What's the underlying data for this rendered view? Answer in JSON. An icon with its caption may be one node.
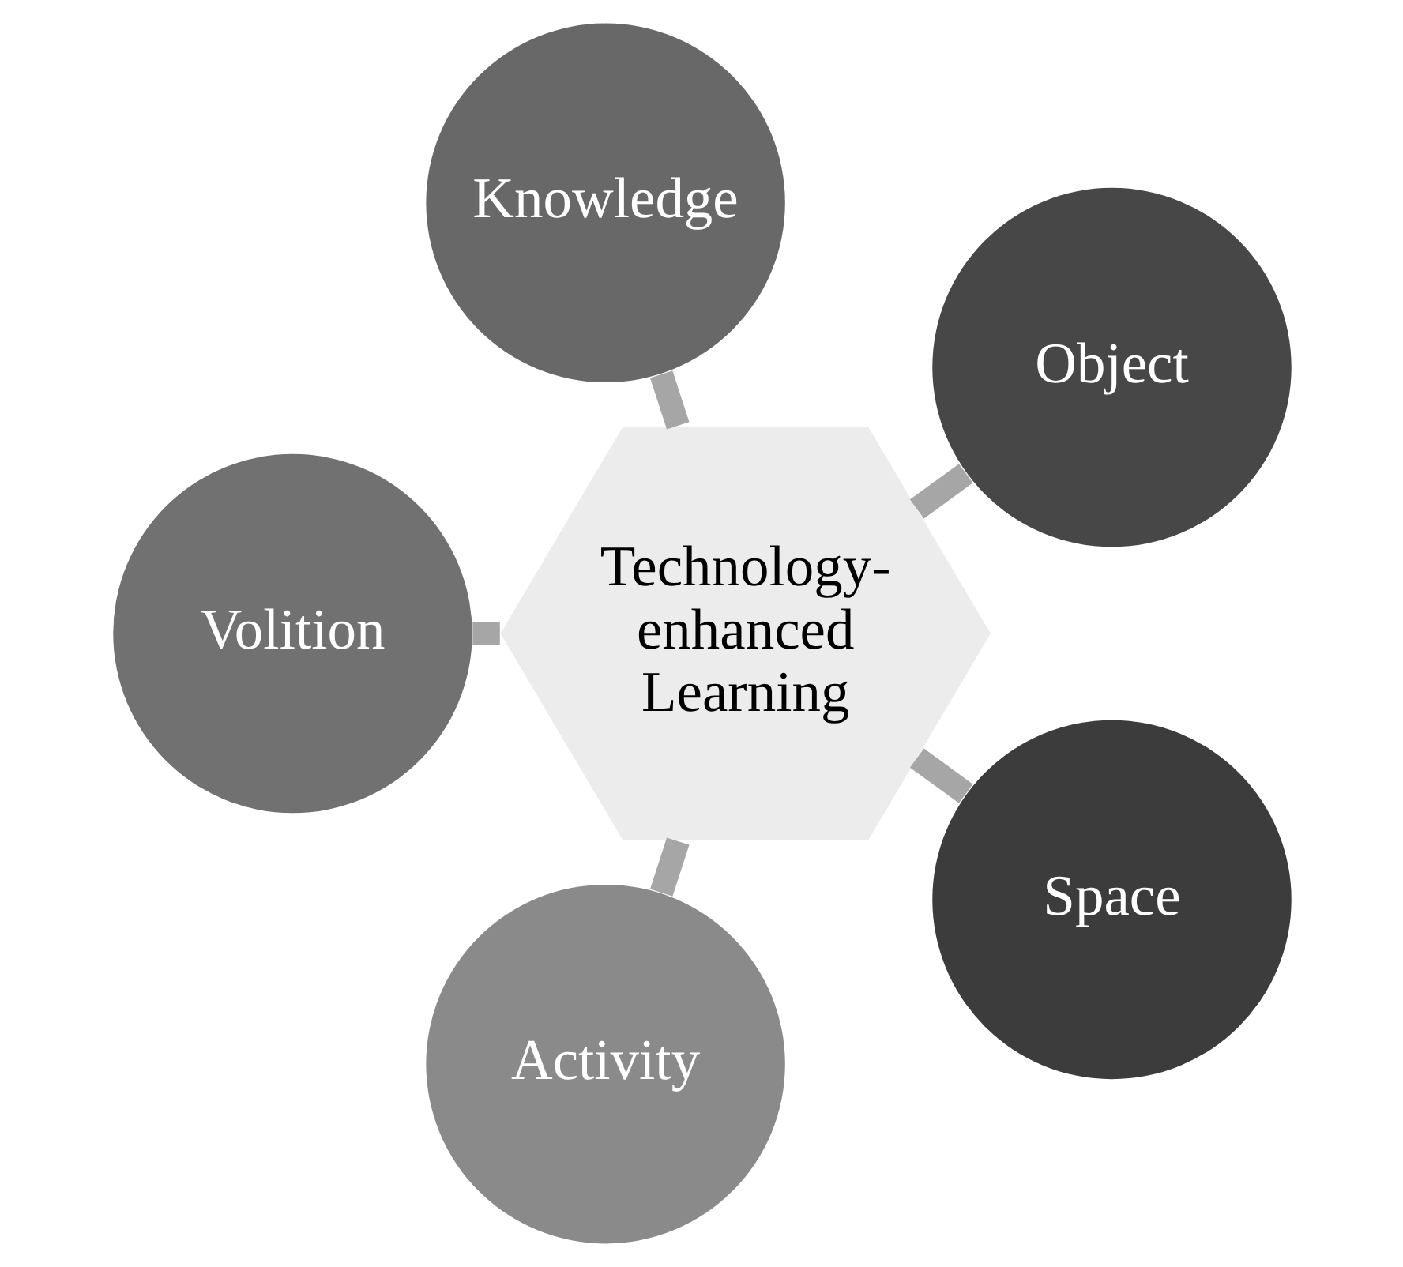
{
  "diagram": {
    "nodes": [
      {
        "text": [
          "Technology- enhanced Learning"
        ]
      },
      {
        "text": [
          "Object"
        ]
      },
      {
        "text": [
          "Knowledge"
        ]
      },
      {
        "text": [
          "Volition"
        ]
      },
      {
        "text": [
          "Activity"
        ]
      },
      {
        "text": [
          "Space"
        ]
      }
    ],
    "edges": [
      {
        "from": 0,
        "to": 1,
        "arrow": "none"
      },
      {
        "from": 0,
        "to": 2,
        "arrow": "none"
      },
      {
        "from": 0,
        "to": 3,
        "arrow": "none"
      },
      {
        "from": 0,
        "to": 4,
        "arrow": "none"
      },
      {
        "from": 0,
        "to": 5,
        "arrow": "none"
      }
    ]
  }
}
